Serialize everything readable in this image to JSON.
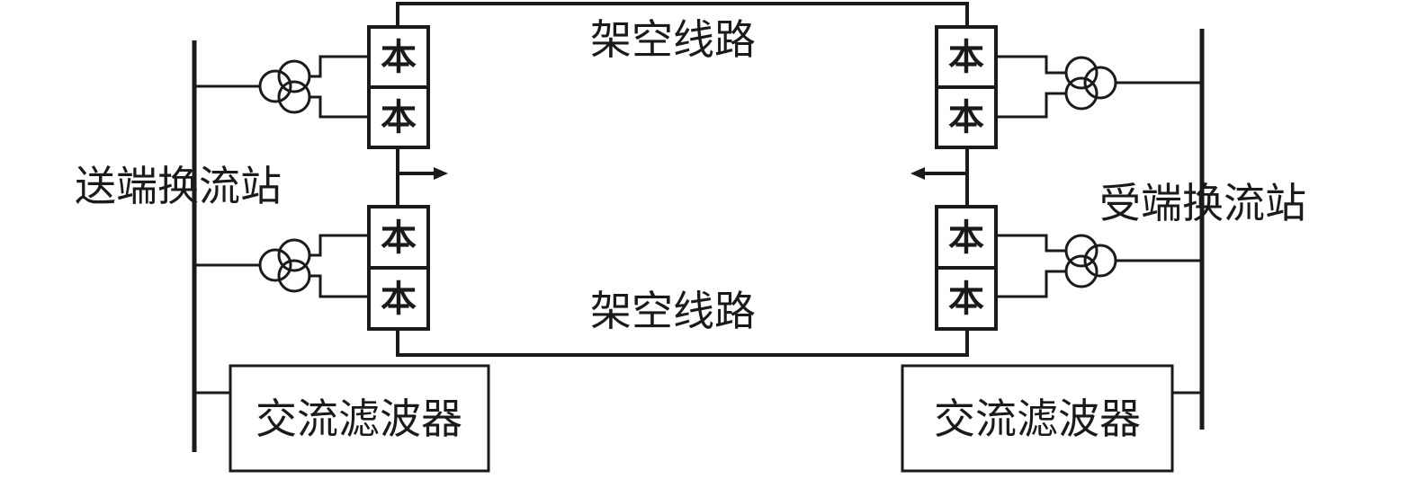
{
  "labels": {
    "top_line": "架空线路",
    "bottom_line": "架空线路",
    "sending_station": "送端换流站",
    "receiving_station": "受端换流站",
    "left_filter": "交流滤波器",
    "right_filter": "交流滤波器"
  },
  "valve_symbol": "本",
  "colors": {
    "line": "#1a1a1a",
    "background": "#ffffff"
  }
}
